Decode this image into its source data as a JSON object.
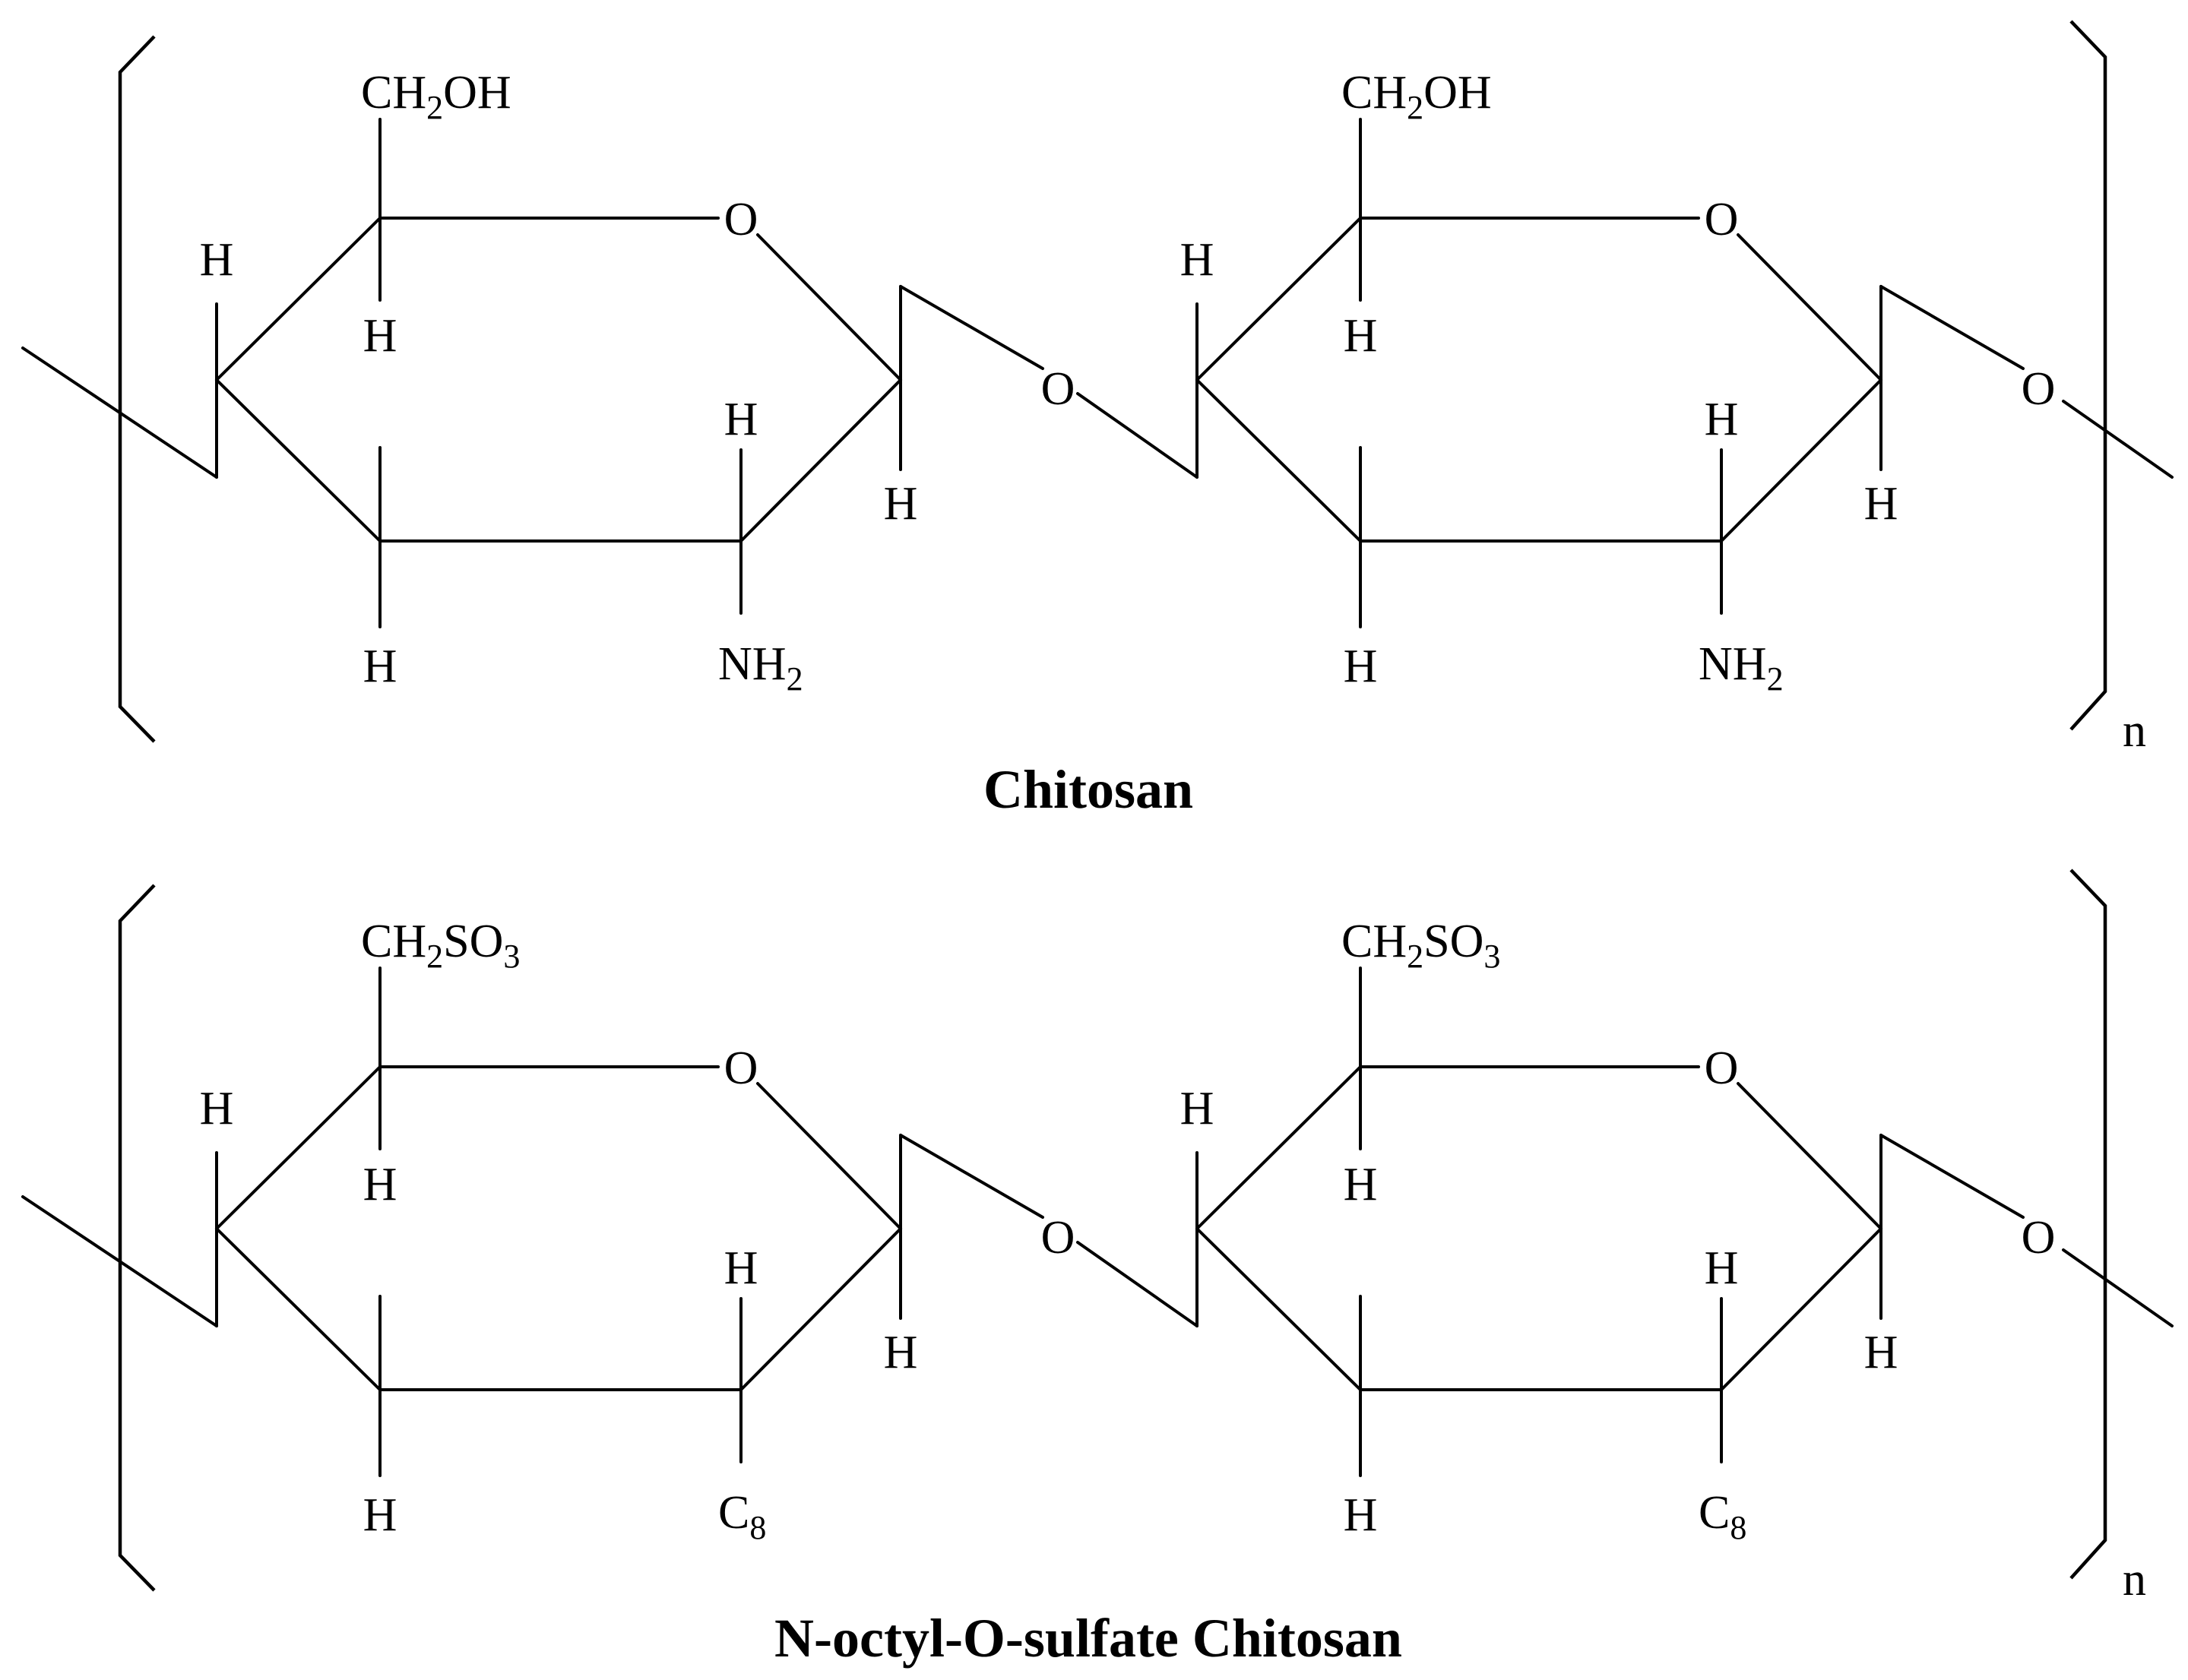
{
  "structures": [
    {
      "title": "Chitosan",
      "repeat": "n",
      "units": [
        {
          "top_group": [
            {
              "t": "CH",
              "s": false
            },
            {
              "t": "2",
              "s": true
            },
            {
              "t": "OH",
              "s": false
            }
          ],
          "ring_oxygen": "O",
          "link_oxygen": "O",
          "h_labels": [
            "H",
            "H",
            "H",
            "H",
            "H"
          ],
          "bottom_group": [
            {
              "t": "NH",
              "s": false
            },
            {
              "t": "2",
              "s": true
            }
          ]
        },
        {
          "top_group": [
            {
              "t": "CH",
              "s": false
            },
            {
              "t": "2",
              "s": true
            },
            {
              "t": "OH",
              "s": false
            }
          ],
          "ring_oxygen": "O",
          "link_oxygen": "O",
          "h_labels": [
            "H",
            "H",
            "H",
            "H",
            "H"
          ],
          "bottom_group": [
            {
              "t": "NH",
              "s": false
            },
            {
              "t": "2",
              "s": true
            }
          ]
        }
      ]
    },
    {
      "title": "N-octyl-O-sulfate Chitosan",
      "repeat": "n",
      "units": [
        {
          "top_group": [
            {
              "t": "CH",
              "s": false
            },
            {
              "t": "2",
              "s": true
            },
            {
              "t": "SO",
              "s": false
            },
            {
              "t": "3",
              "s": true
            }
          ],
          "ring_oxygen": "O",
          "link_oxygen": "O",
          "h_labels": [
            "H",
            "H",
            "H",
            "H",
            "H"
          ],
          "bottom_group": [
            {
              "t": "C",
              "s": false
            },
            {
              "t": "8",
              "s": true
            }
          ]
        },
        {
          "top_group": [
            {
              "t": "CH",
              "s": false
            },
            {
              "t": "2",
              "s": true
            },
            {
              "t": "SO",
              "s": false
            },
            {
              "t": "3",
              "s": true
            }
          ],
          "ring_oxygen": "O",
          "link_oxygen": "O",
          "h_labels": [
            "H",
            "H",
            "H",
            "H",
            "H"
          ],
          "bottom_group": [
            {
              "t": "C",
              "s": false
            },
            {
              "t": "8",
              "s": true
            }
          ]
        }
      ]
    }
  ]
}
